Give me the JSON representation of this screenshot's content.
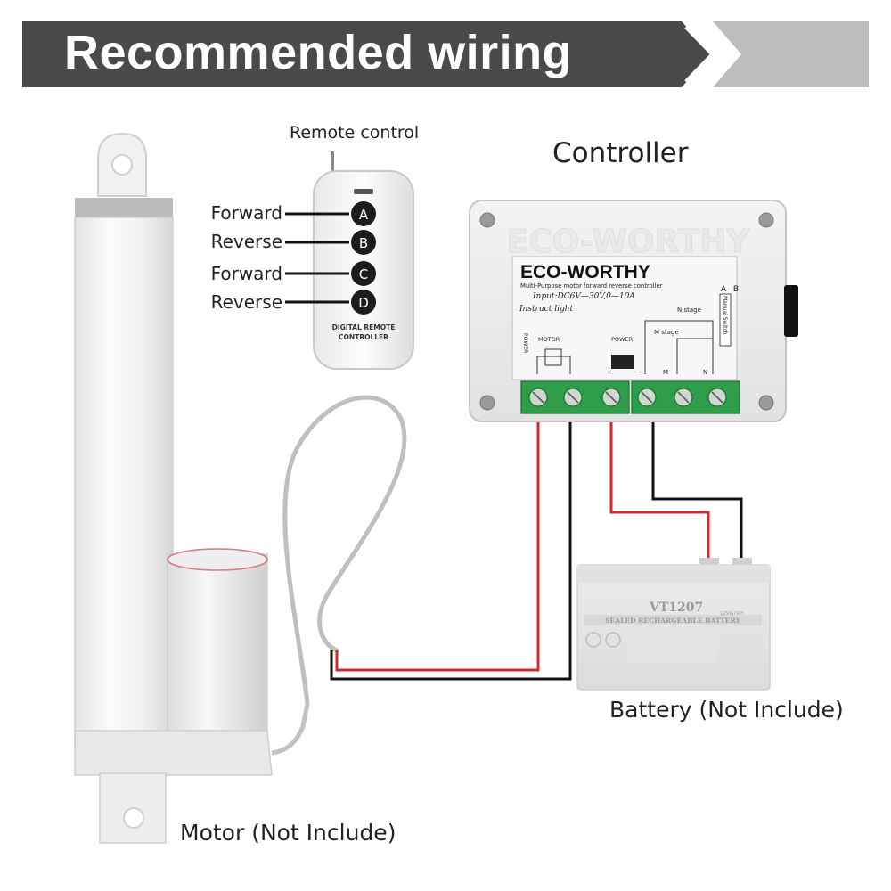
{
  "header": {
    "title": "Recommended wiring"
  },
  "remote": {
    "title": "Remote control",
    "labels": [
      "Forward",
      "Reverse",
      "Forward",
      "Reverse"
    ],
    "buttons": [
      "A",
      "B",
      "C",
      "D"
    ],
    "face_text_line1": "DIGITAL REMOTE",
    "face_text_line2": "CONTROLLER"
  },
  "controller": {
    "title": "Controller",
    "brand": "ECO-WORTHY",
    "watermark": "ECO-WORTHY",
    "subtitle": "Multi-Purpose motor forward reverse controller",
    "input_spec": "Input:DC6V—30V,0—10A",
    "instruct": "Instruct light",
    "power_side": "POWER",
    "motor_label": "MOTOR",
    "power_label": "POWER",
    "n_stage": "N stage",
    "m_stage": "M stage",
    "switch_labels": [
      "A",
      "B"
    ],
    "manual_switch": "Manual Switch",
    "terminal_marks": [
      "+",
      "−",
      "M",
      "N"
    ]
  },
  "battery": {
    "label": "Battery (Not Include)",
    "model": "VT1207",
    "model_sub": "12V&7AH",
    "banner": "SEALED RECHARGEABLE BATTERY"
  },
  "motor": {
    "label": "Motor (Not Include)"
  },
  "colors": {
    "banner_dark": "#4a4a4a",
    "banner_light": "#bdbdbd",
    "wire_red": "#d42a2a",
    "wire_black": "#111111",
    "terminal_green": "#2e9e4a",
    "remote_button": "#1c1c1c"
  }
}
